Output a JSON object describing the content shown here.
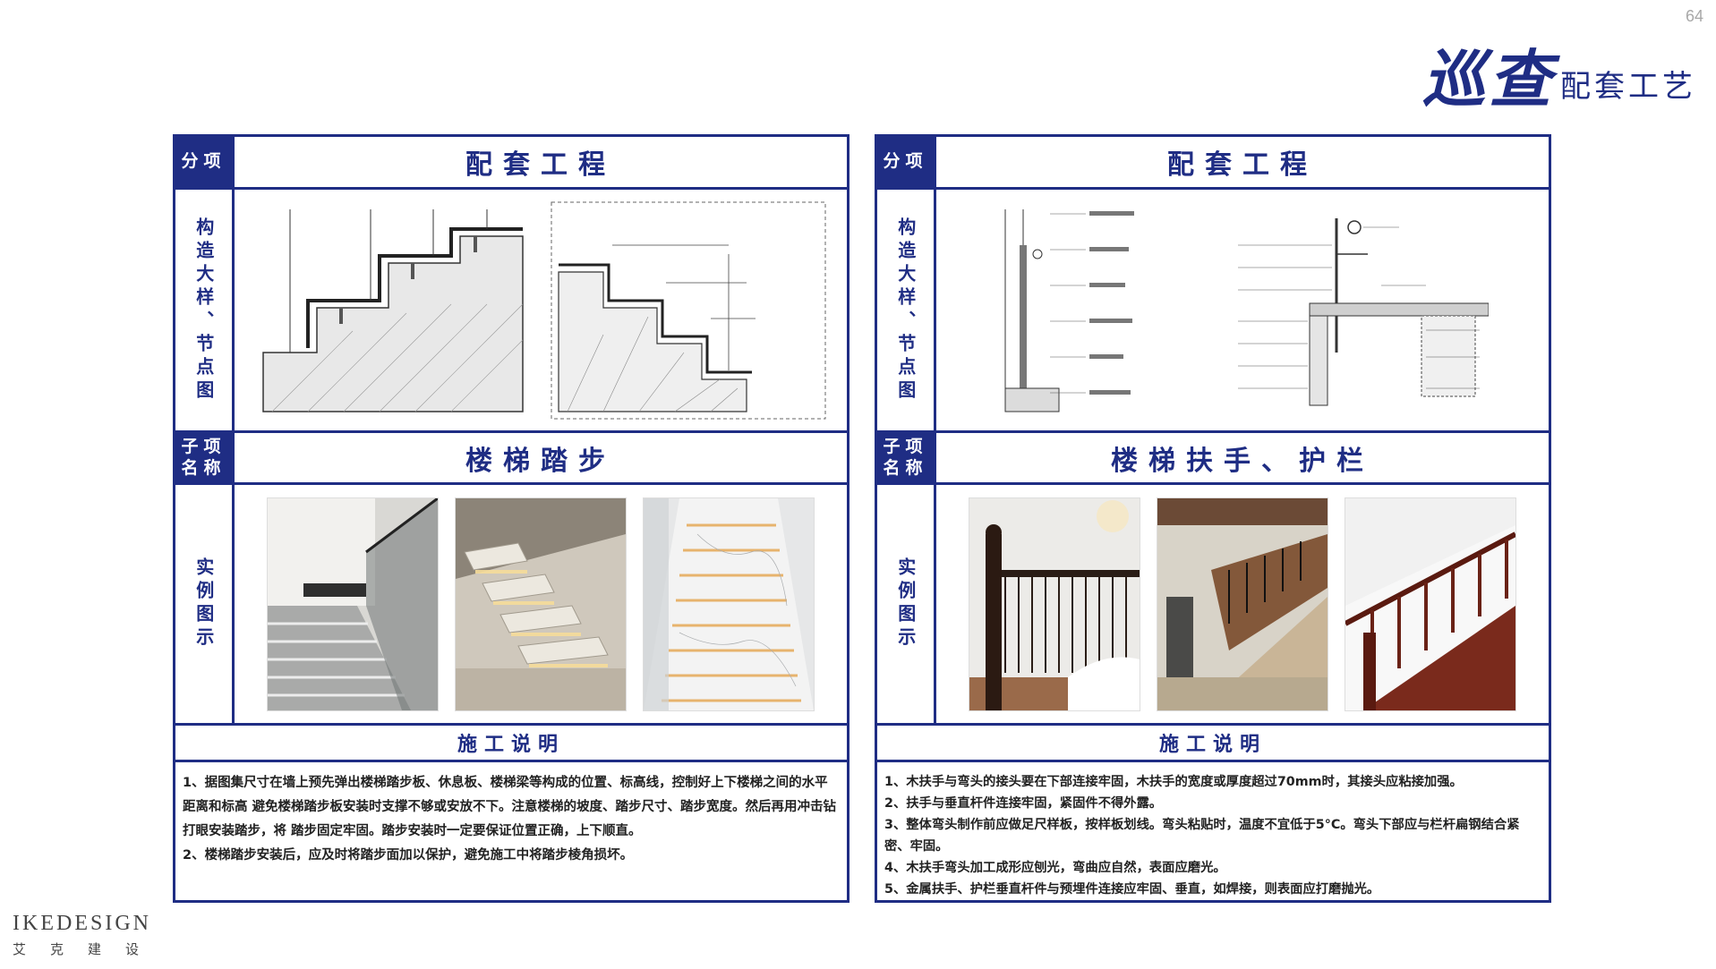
{
  "page_number": "64",
  "brand": {
    "main": "巡查",
    "sub": "配套工艺"
  },
  "footer": {
    "en": "IKEDESIGN",
    "cn": "艾克建设"
  },
  "cards": [
    {
      "category_label": "分项",
      "header": "配套工程",
      "drawing_label": "构造大样、节点图",
      "subitem_label_top": "子项",
      "subitem_label_bottom": "名称",
      "subitem_name": "楼梯踏步",
      "photos_label": "实例图示",
      "notes_title": "施工说明",
      "notes": [
        "1、据图集尺寸在墙上预先弹出楼梯踏步板、休息板、楼梯梁等构成的位置、标高线，控制好上下楼梯之间的水平距离和标高 避免楼梯踏步板安装时支撑不够或安放不下。注意楼梯的坡度、踏步尺寸、踏步宽度。然后再用冲击钻打眼安装踏步，将 踏步固定牢固。踏步安装时一定要保证位置正确，上下顺直。",
        "2、楼梯踏步安装后，应及时将踏步面加以保护，避免施工中将踏步棱角损坏。"
      ]
    },
    {
      "category_label": "分项",
      "header": "配套工程",
      "drawing_label": "构造大样、节点图",
      "subitem_label_top": "子项",
      "subitem_label_bottom": "名称",
      "subitem_name": "楼梯扶手、护栏",
      "photos_label": "实例图示",
      "notes_title": "施工说明",
      "notes": [
        "1、木扶手与弯头的接头要在下部连接牢固，木扶手的宽度或厚度超过70mm时，其接头应粘接加强。",
        "2、扶手与垂直杆件连接牢固，紧固件不得外露。",
        "3、整体弯头制作前应做足尺样板，按样板划线。弯头粘贴时，温度不宜低于5°C。弯头下部应与栏杆扁钢结合紧密、牢固。",
        "4、木扶手弯头加工成形应刨光，弯曲应自然，表面应磨光。",
        "5、金属扶手、护栏垂直杆件与预埋件连接应牢固、垂直，如焊接，则表面应打磨抛光。"
      ]
    }
  ]
}
